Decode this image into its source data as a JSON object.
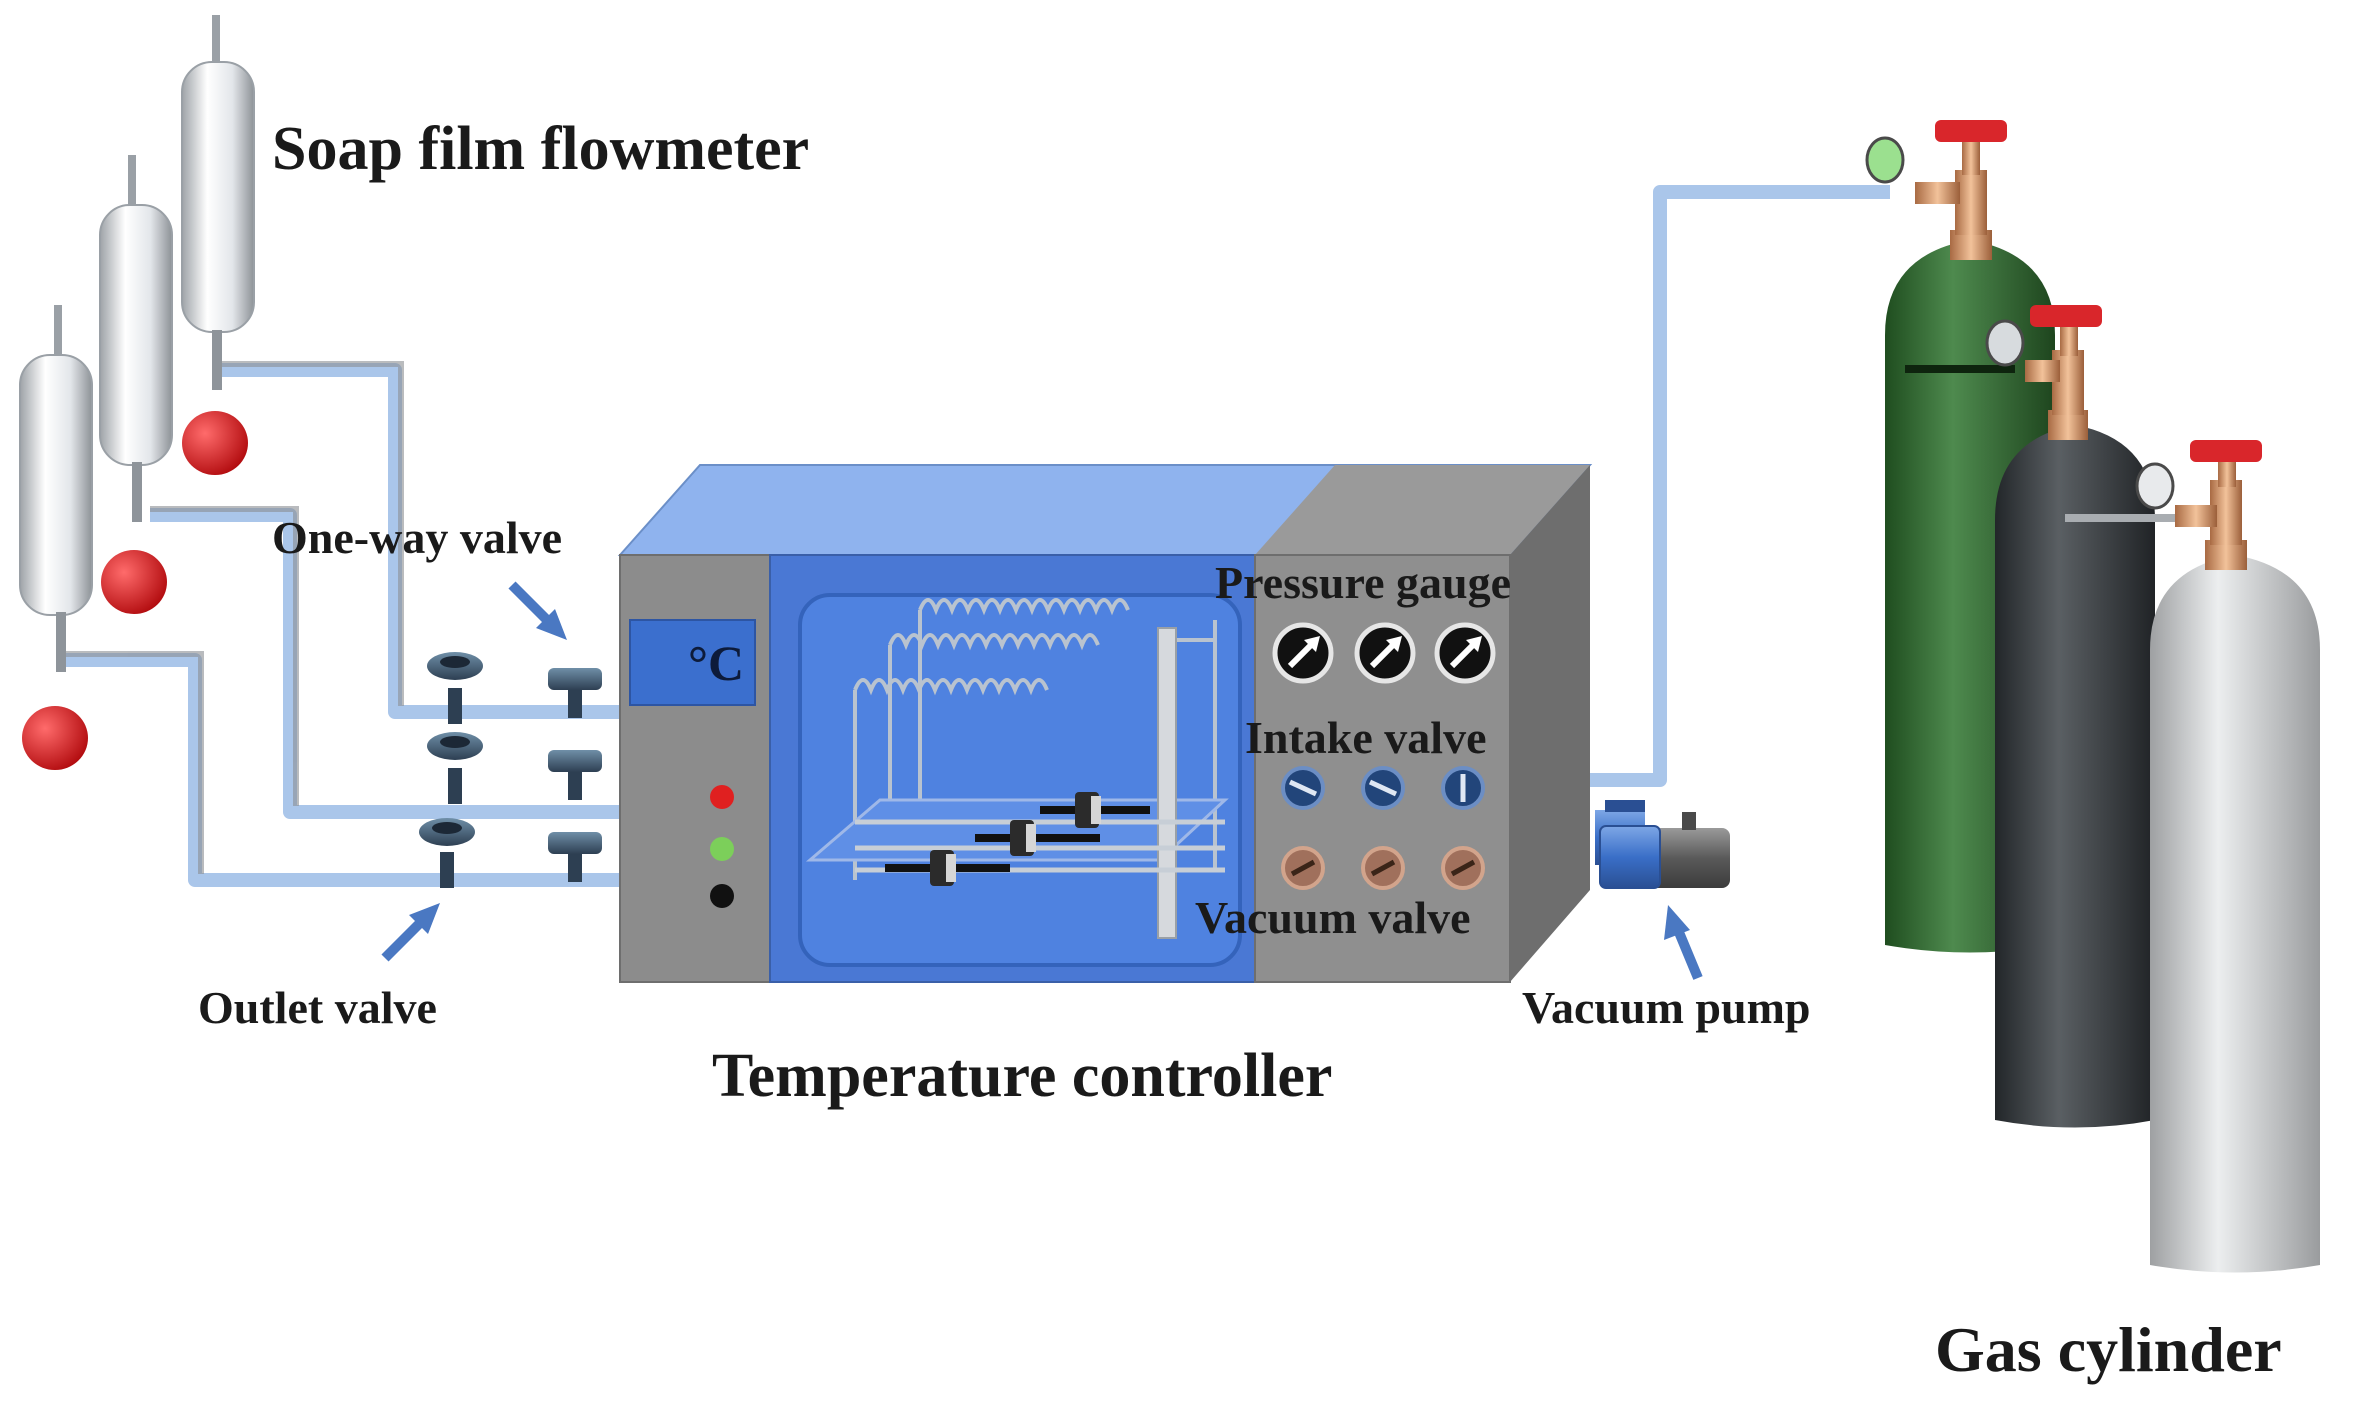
{
  "labels": {
    "soap_film_flowmeter": "Soap film flowmeter",
    "one_way_valve": "One-way valve",
    "outlet_valve": "Outlet valve",
    "temperature_controller": "Temperature controller",
    "pressure_gauge": "Pressure gauge",
    "intake_valve": "Intake valve",
    "vacuum_valve": "Vacuum valve",
    "vacuum_pump": "Vacuum pump",
    "gas_cylinder": "Gas cylinder",
    "temperature_unit": "°C"
  },
  "colors": {
    "chamber_blue": "#4a78d4",
    "chamber_light": "#8fb3ee",
    "panel_gray": "#8c8c8c",
    "tube_blue": "#a9c6ec",
    "bulb_red": "#d21418",
    "cylinder_green": "#2f6b2f",
    "cylinder_dark": "#3b3f42",
    "cylinder_silver": "#c9cbcc",
    "valve_handle_red": "#d9262b",
    "brass": "#d99a6c",
    "indicator_red": "#e02020",
    "indicator_green": "#7ccf5a",
    "indicator_black": "#111111"
  }
}
